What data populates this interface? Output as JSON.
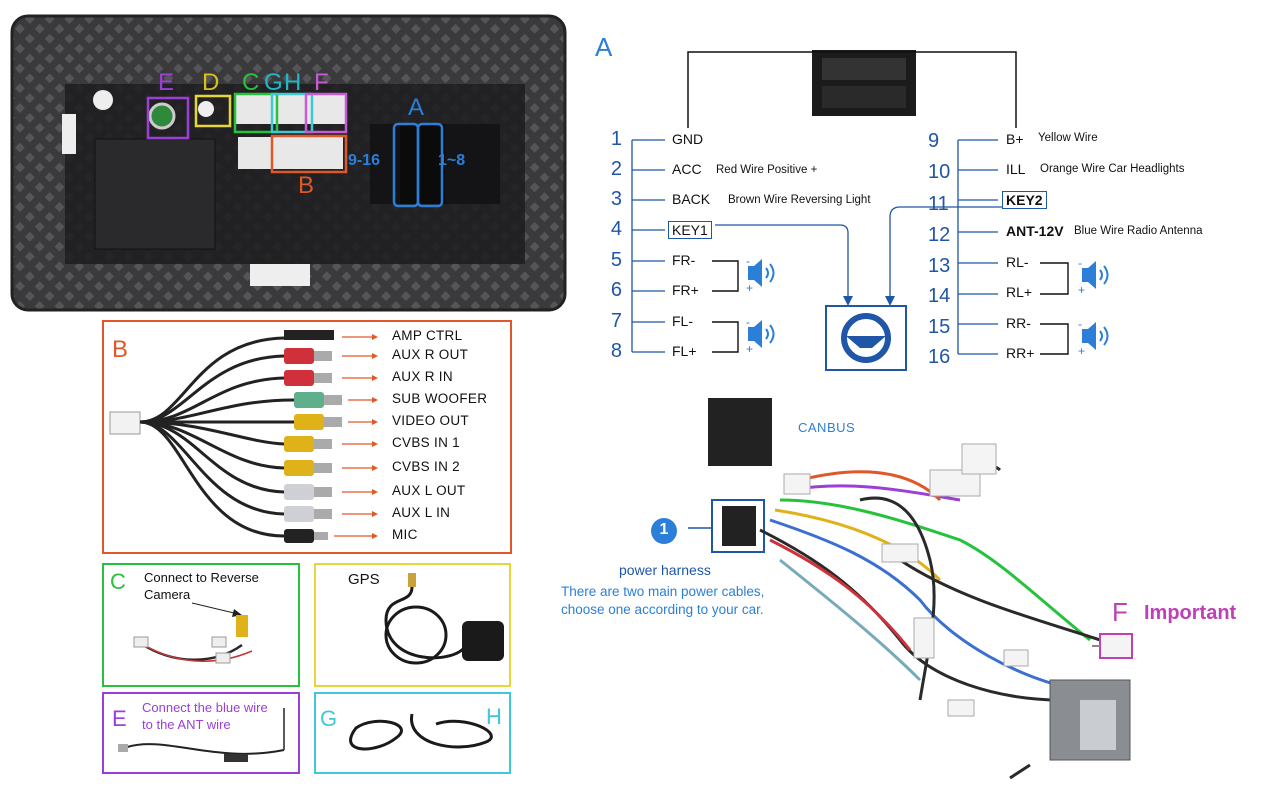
{
  "head_unit": {
    "port_letters": [
      {
        "letter": "E",
        "color": "#9b3fd6"
      },
      {
        "letter": "D",
        "color": "#d4c21a"
      },
      {
        "letter": "C",
        "color": "#27c23c"
      },
      {
        "letter": "G",
        "color": "#20b8c8"
      },
      {
        "letter": "H",
        "color": "#20b8c8"
      },
      {
        "letter": "F",
        "color": "#c85ad8"
      },
      {
        "letter": "A",
        "color": "#2b7fd8"
      },
      {
        "letter": "B",
        "color": "#e0582a"
      }
    ],
    "a_pins_left": "9-16",
    "a_pins_right": "1~8"
  },
  "section_a": {
    "letter": "A",
    "left_pins": [
      {
        "num": "1",
        "name": "GND",
        "desc": ""
      },
      {
        "num": "2",
        "name": "ACC",
        "desc": "Red Wire Positive +"
      },
      {
        "num": "3",
        "name": "BACK",
        "desc": "Brown Wire Reversing Light"
      },
      {
        "num": "4",
        "name": "KEY1",
        "desc": ""
      },
      {
        "num": "5",
        "name": "FR-",
        "desc": ""
      },
      {
        "num": "6",
        "name": "FR+",
        "desc": ""
      },
      {
        "num": "7",
        "name": "FL-",
        "desc": ""
      },
      {
        "num": "8",
        "name": "FL+",
        "desc": ""
      }
    ],
    "right_pins": [
      {
        "num": "9",
        "name": "B+",
        "desc": "Yellow Wire"
      },
      {
        "num": "10",
        "name": "ILL",
        "desc": "Orange Wire Car Headlights"
      },
      {
        "num": "11",
        "name": "KEY2",
        "desc": ""
      },
      {
        "num": "12",
        "name": "ANT-12V",
        "desc": "Blue Wire Radio Antenna"
      },
      {
        "num": "13",
        "name": "RL-",
        "desc": ""
      },
      {
        "num": "14",
        "name": "RL+",
        "desc": ""
      },
      {
        "num": "15",
        "name": "RR-",
        "desc": ""
      },
      {
        "num": "16",
        "name": "RR+",
        "desc": ""
      }
    ],
    "speaker_minus": "-",
    "speaker_plus": "+"
  },
  "section_b": {
    "letter": "B",
    "cables": [
      {
        "label": "AMP CTRL",
        "plug": "#222222"
      },
      {
        "label": "AUX  R  OUT",
        "plug": "#d0303a"
      },
      {
        "label": "AUX  R  IN",
        "plug": "#d0303a"
      },
      {
        "label": "SUB  WOOFER",
        "plug": "#5fae8c"
      },
      {
        "label": "VIDEO  OUT",
        "plug": "#e0b21a"
      },
      {
        "label": "CVBS  IN 1",
        "plug": "#e0b21a"
      },
      {
        "label": "CVBS  IN 2",
        "plug": "#e0b21a"
      },
      {
        "label": "AUX  L  OUT",
        "plug": "#cfcfd6"
      },
      {
        "label": "AUX  L  IN",
        "plug": "#cfcfd6"
      },
      {
        "label": "MIC",
        "plug": "#222222"
      }
    ]
  },
  "section_c": {
    "letter": "C",
    "text_line1": "Connect to Reverse",
    "text_line2": "Camera"
  },
  "section_gps": {
    "title": "GPS"
  },
  "section_e": {
    "letter": "E",
    "text_line1": "Connect the blue wire",
    "text_line2": "to the ANT wire"
  },
  "section_gh": {
    "letter_g": "G",
    "letter_h": "H"
  },
  "harness": {
    "canbus": "CANBUS",
    "step_number": "1",
    "power_harness": "power harness",
    "note_line1": "There are two main power cables,",
    "note_line2": "choose one according to your car.",
    "f_letter": "F",
    "important": "Important"
  },
  "colors": {
    "blue_accent": "#1f56a8",
    "orange_panel": "#e0582a",
    "green_panel": "#27c23c",
    "yellow_panel": "#e8d53a",
    "purple_panel": "#9b3fd6",
    "cyan_panel": "#3ec9d8",
    "pink_important": "#c03fb8"
  }
}
